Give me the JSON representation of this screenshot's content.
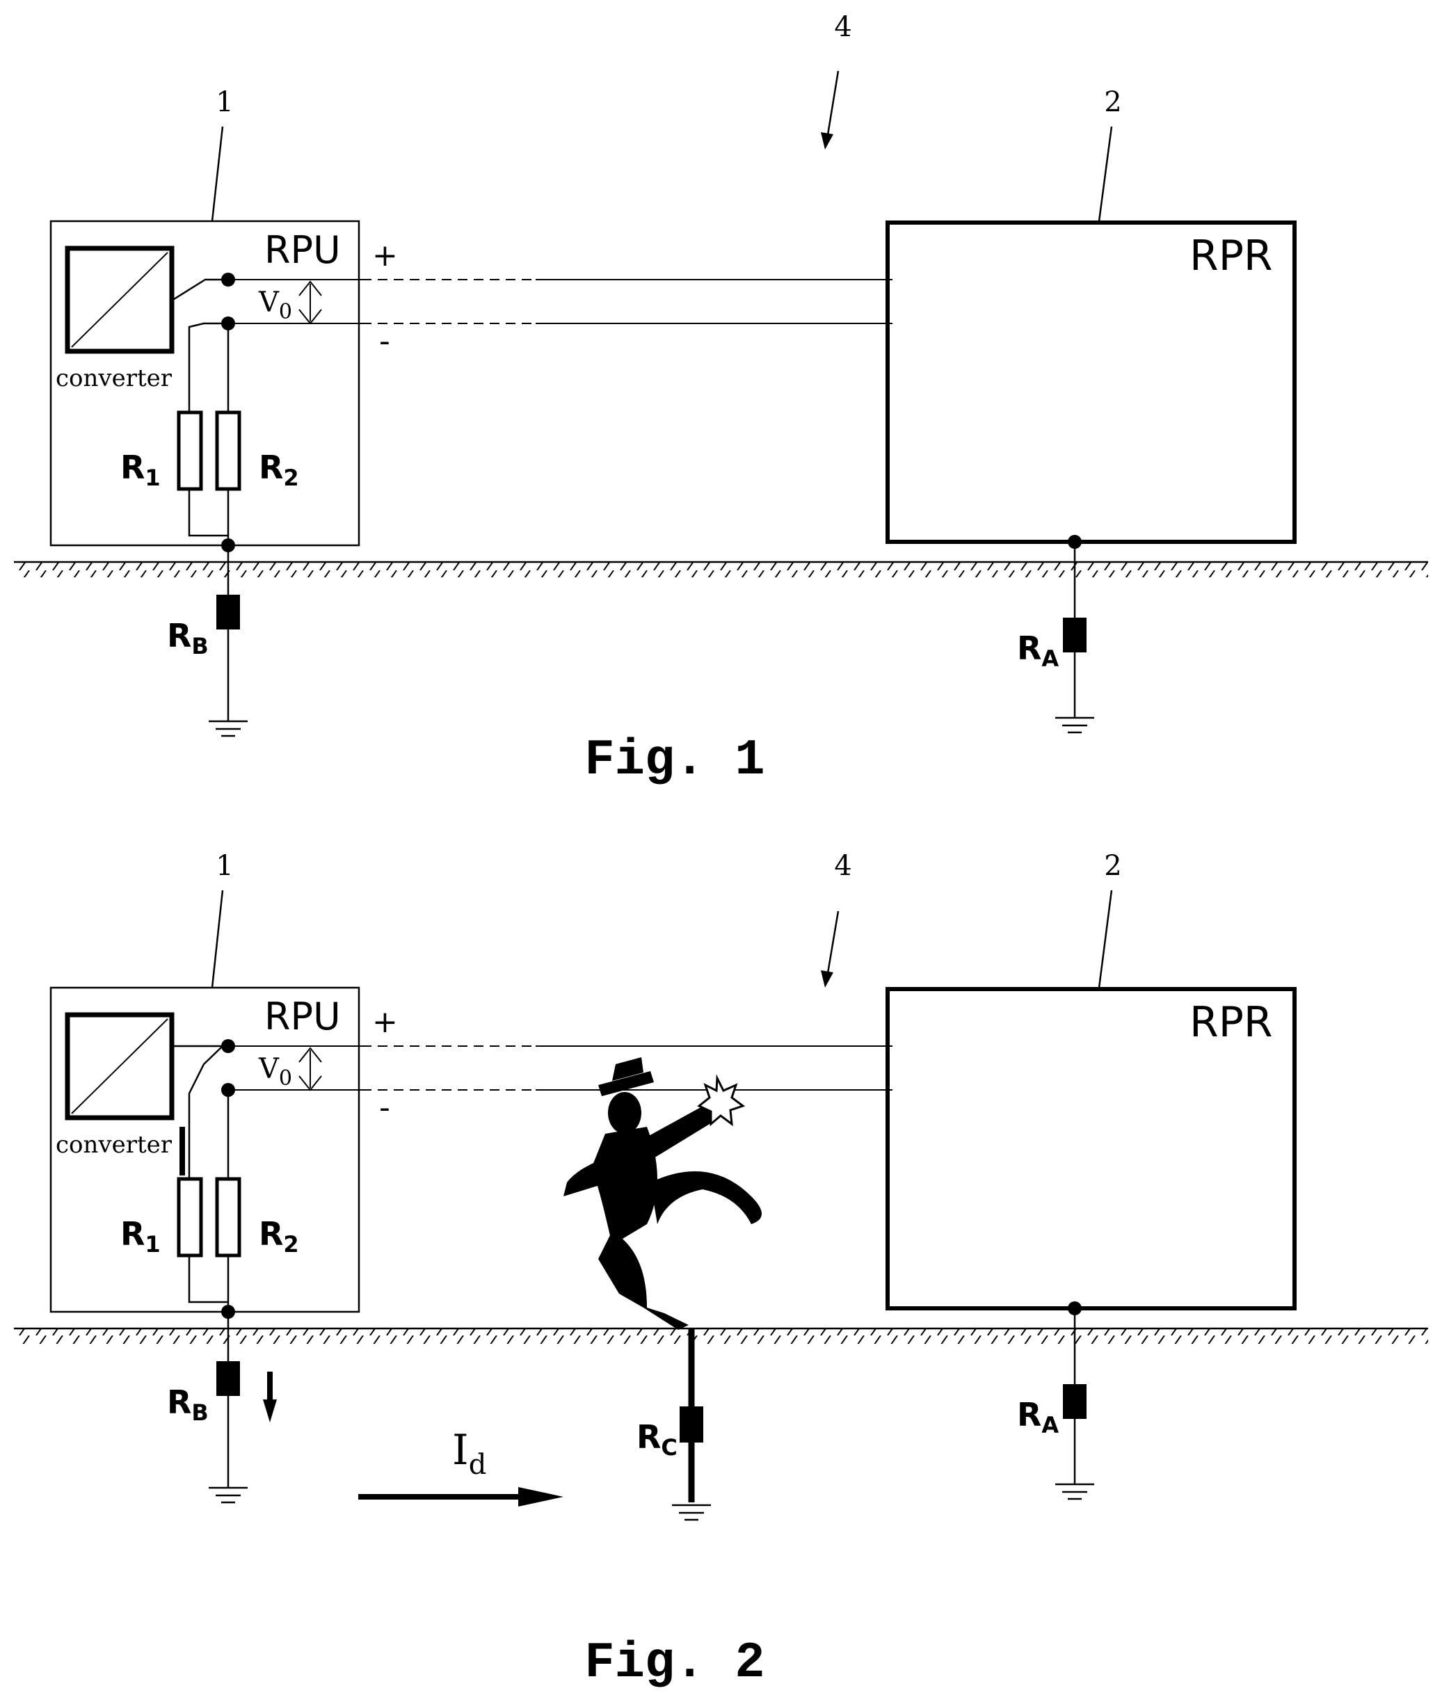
{
  "figures": [
    {
      "caption": "Fig. 1",
      "labels": {
        "ref_1": "1",
        "ref_2": "2",
        "ref_4": "4",
        "rpu": "RPU",
        "rpr": "RPR",
        "converter": "converter",
        "plus": "+",
        "minus": "-",
        "v0": "V",
        "v0_sub": "0",
        "r1": "R",
        "r1_sub": "1",
        "r2": "R",
        "r2_sub": "2",
        "rb": "R",
        "rb_sub": "B",
        "ra": "R",
        "ra_sub": "A"
      }
    },
    {
      "caption": "Fig. 2",
      "labels": {
        "ref_1": "1",
        "ref_2": "2",
        "ref_4": "4",
        "rpu": "RPU",
        "rpr": "RPR",
        "converter": "converter",
        "plus": "+",
        "minus": "-",
        "v0": "V",
        "v0_sub": "0",
        "r1": "R",
        "r1_sub": "1",
        "r2": "R",
        "r2_sub": "2",
        "rb": "R",
        "rb_sub": "B",
        "ra": "R",
        "ra_sub": "A",
        "rc": "R",
        "rc_sub": "C",
        "id": "I",
        "id_sub": "d"
      }
    }
  ],
  "icons": {
    "person": "electrocuted-person-icon",
    "spark": "spark-icon"
  }
}
